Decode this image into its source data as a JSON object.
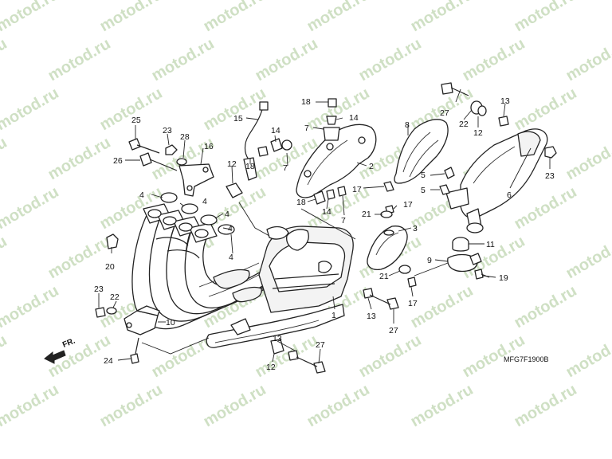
{
  "watermark": {
    "text": "motod.ru",
    "color": "#cfe0c4"
  },
  "diagram": {
    "code": "MFG7F1900B",
    "front_marker": "FR."
  },
  "callouts": {
    "p1": "1",
    "p2": "2",
    "p3": "3",
    "p4a": "4",
    "p4b": "4",
    "p4c": "4",
    "p4d": "4",
    "p5a": "5",
    "p5b": "5",
    "p6": "6",
    "p7a": "7",
    "p7b": "7",
    "p7c": "7",
    "p8": "8",
    "p9": "9",
    "p10": "10",
    "p11": "11",
    "p12a": "12",
    "p12b": "12",
    "p12c": "12",
    "p13a": "13",
    "p13b": "13",
    "p13c": "13",
    "p14a": "14",
    "p14b": "14",
    "p14c": "14",
    "p15": "15",
    "p16": "16",
    "p17a": "17",
    "p17b": "17",
    "p17c": "17",
    "p18a": "18",
    "p18b": "18",
    "p18c": "18",
    "p19": "19",
    "p20": "20",
    "p21a": "21",
    "p21b": "21",
    "p22a": "22",
    "p22b": "22",
    "p23a": "23",
    "p23b": "23",
    "p23c": "23",
    "p24": "24",
    "p25": "25",
    "p26": "26",
    "p27a": "27",
    "p27b": "27",
    "p27c": "27",
    "p28": "28"
  }
}
